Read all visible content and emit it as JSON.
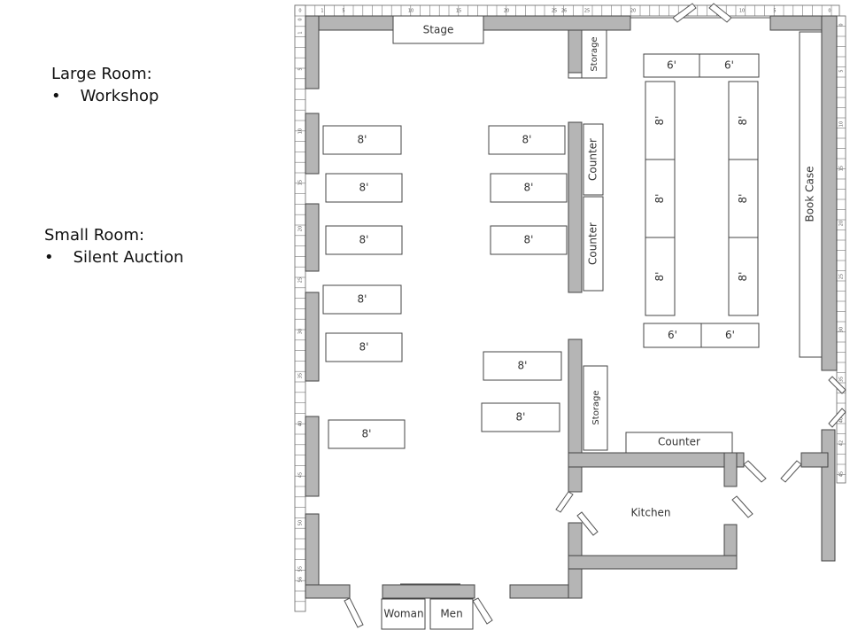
{
  "notes": {
    "large_room_title": "Large Room:",
    "large_room_item": "Workshop",
    "small_room_title": "Small Room:",
    "small_room_item": "Silent Auction",
    "bullet": "•"
  },
  "floor_plan": {
    "stage": "Stage",
    "storage_top": "Storage",
    "storage_lower": "Storage",
    "counter_upper": "Counter",
    "counter_lower": "Counter",
    "counter_kitchen": "Counter",
    "book_case": "Book Case",
    "kitchen": "Kitchen",
    "restroom_women": "Woman",
    "restroom_men": "Men",
    "tables_left": [
      "8'",
      "8'",
      "8'",
      "8'",
      "8'",
      "8'"
    ],
    "tables_middle": [
      "8'",
      "8'",
      "8'",
      "8'",
      "8'"
    ],
    "tables_6ft_top": [
      "6'",
      "6'"
    ],
    "tables_6ft_bottom": [
      "6'",
      "6'"
    ],
    "tables_vertical_left": [
      "8'",
      "8'",
      "8'"
    ],
    "tables_vertical_right": [
      "8'",
      "8'",
      "8'"
    ]
  },
  "rulers": {
    "top": [
      "0",
      "1",
      "5",
      "10",
      "15",
      "20",
      "25",
      "26",
      "25",
      "20",
      "10",
      "5",
      "0"
    ],
    "left": [
      "0",
      "1",
      "5",
      "10",
      "15",
      "20",
      "25",
      "30",
      "35",
      "40",
      "45",
      "50",
      "55",
      "56"
    ],
    "right": [
      "0",
      "5",
      "10",
      "15",
      "20",
      "25",
      "30",
      "35",
      "40",
      "42",
      "45"
    ]
  }
}
